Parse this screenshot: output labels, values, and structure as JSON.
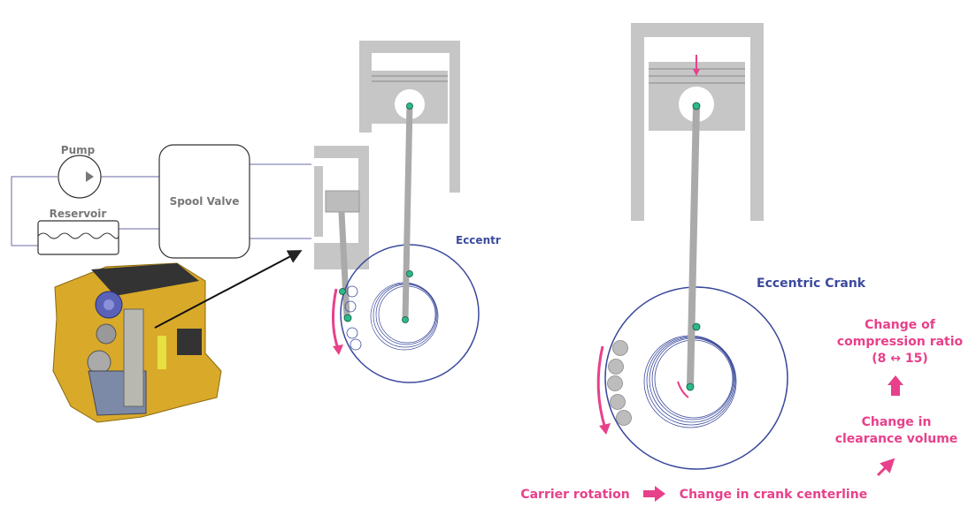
{
  "labels": {
    "pump": "Pump",
    "reservoir": "Reservoir",
    "spool_valve": "Spool Valve",
    "eccentric_left": "Eccentr",
    "eccentric_right": "Eccentric Crank",
    "compression_line1": "Change of",
    "compression_line2": "compression ratio",
    "compression_line3": "(8 ↔ 15)",
    "clearance_line1": "Change in",
    "clearance_line2": "clearance volume",
    "carrier_rotation": "Carrier rotation",
    "crank_centerline": "Change in crank centerline"
  },
  "colors": {
    "pink": "#e8408a",
    "blue": "#3b4a9c",
    "gray": "#c6c6c6",
    "green": "#2eb88a",
    "engine": "#d9a92a"
  }
}
